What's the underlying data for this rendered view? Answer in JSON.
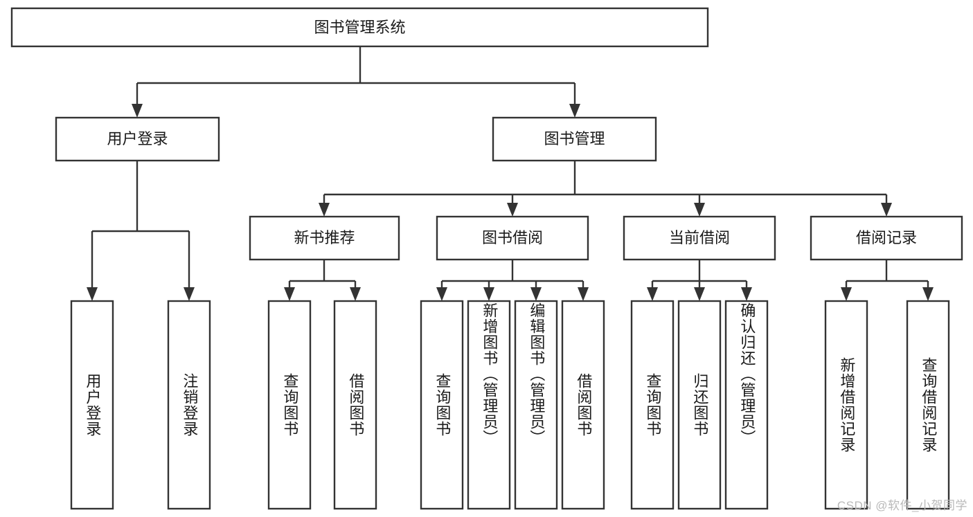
{
  "diagram": {
    "title": "图书管理系统",
    "type": "tree",
    "orientation": "top-down",
    "watermark": "CSDN @软件_小贺同学",
    "colors": {
      "box_fill": "#ffffff",
      "box_stroke": "#333333",
      "text": "#1a1a1a",
      "background": "#ffffff",
      "watermark": "#b9b9b9"
    },
    "root": {
      "label": "图书管理系统"
    },
    "level1": [
      {
        "label": "用户登录"
      },
      {
        "label": "图书管理"
      }
    ],
    "level2": [
      {
        "label": "新书推荐"
      },
      {
        "label": "图书借阅"
      },
      {
        "label": "当前借阅"
      },
      {
        "label": "借阅记录"
      }
    ],
    "leaves": {
      "user_login": [
        {
          "label": "用户登录"
        },
        {
          "label": "注销登录"
        }
      ],
      "new_book_recommend": [
        {
          "label": "查询图书"
        },
        {
          "label": "借阅图书"
        }
      ],
      "book_borrow": [
        {
          "label": "查询图书"
        },
        {
          "label": "新增图书（管理员）"
        },
        {
          "label": "编辑图书（管理员）"
        },
        {
          "label": "借阅图书"
        }
      ],
      "current_borrow": [
        {
          "label": "查询图书"
        },
        {
          "label": "归还图书"
        },
        {
          "label": "确认归还（管理员）"
        }
      ],
      "borrow_record": [
        {
          "label": "新增借阅记录"
        },
        {
          "label": "查询借阅记录"
        }
      ]
    }
  }
}
